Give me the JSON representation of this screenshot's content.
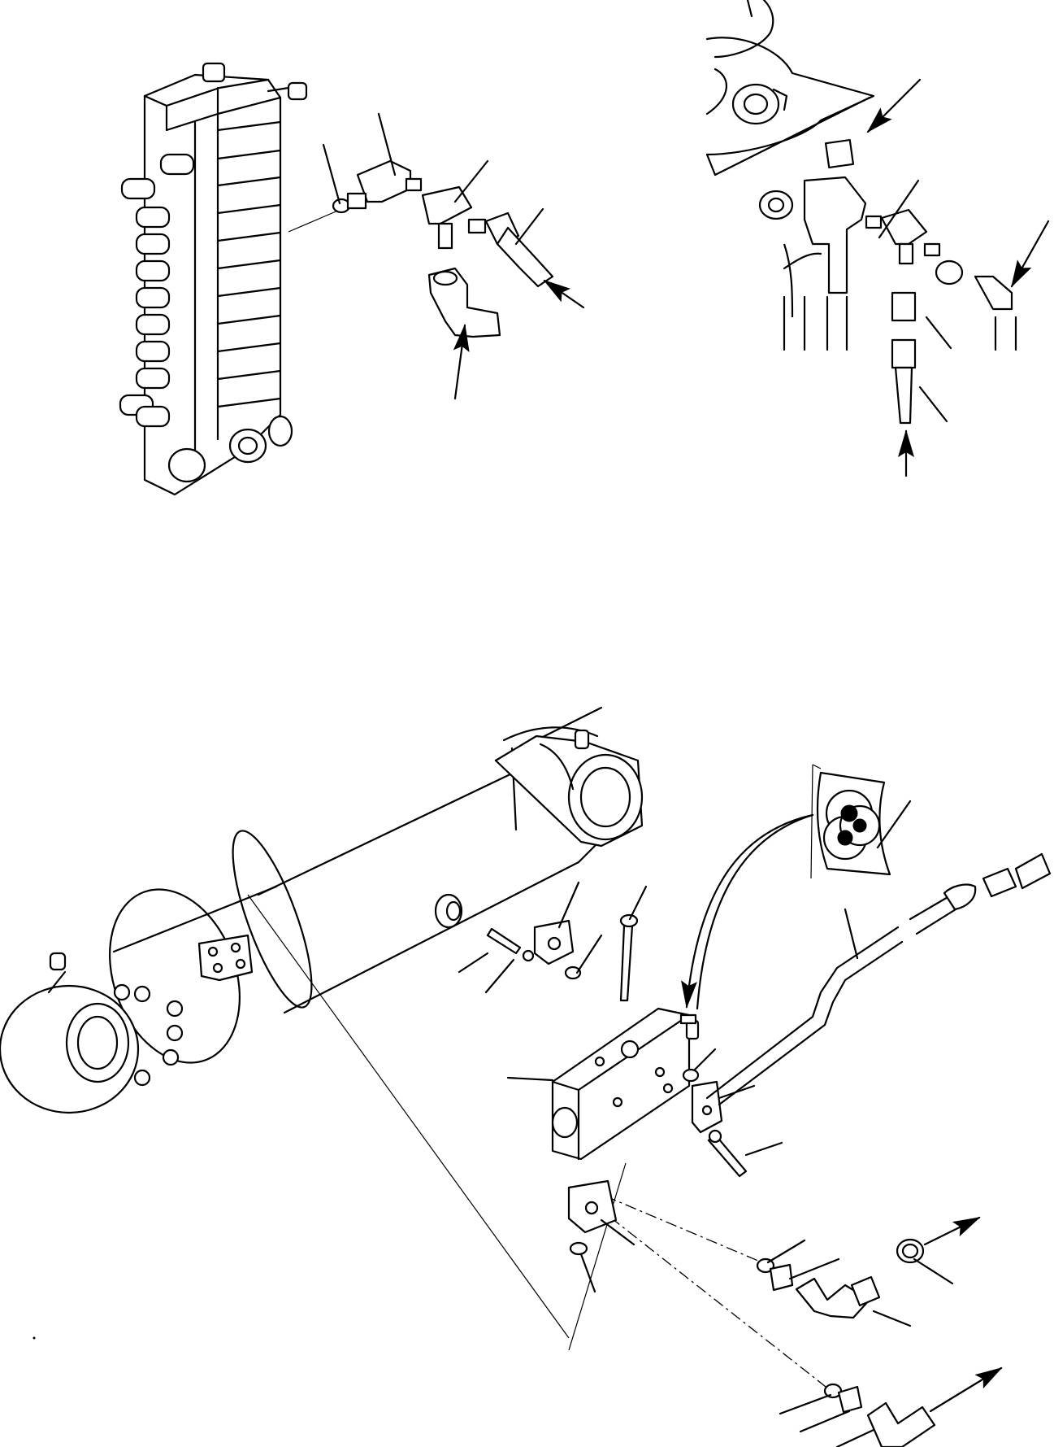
{
  "figure": {
    "views": [
      {
        "id": "control-valve-view",
        "callouts": 4,
        "arrows": 2
      },
      {
        "id": "swing-motor-view",
        "callouts": 5,
        "arrows": 3
      },
      {
        "id": "boom-cylinder-view",
        "callouts": 18,
        "arrows": 4
      }
    ],
    "text_labels": []
  }
}
